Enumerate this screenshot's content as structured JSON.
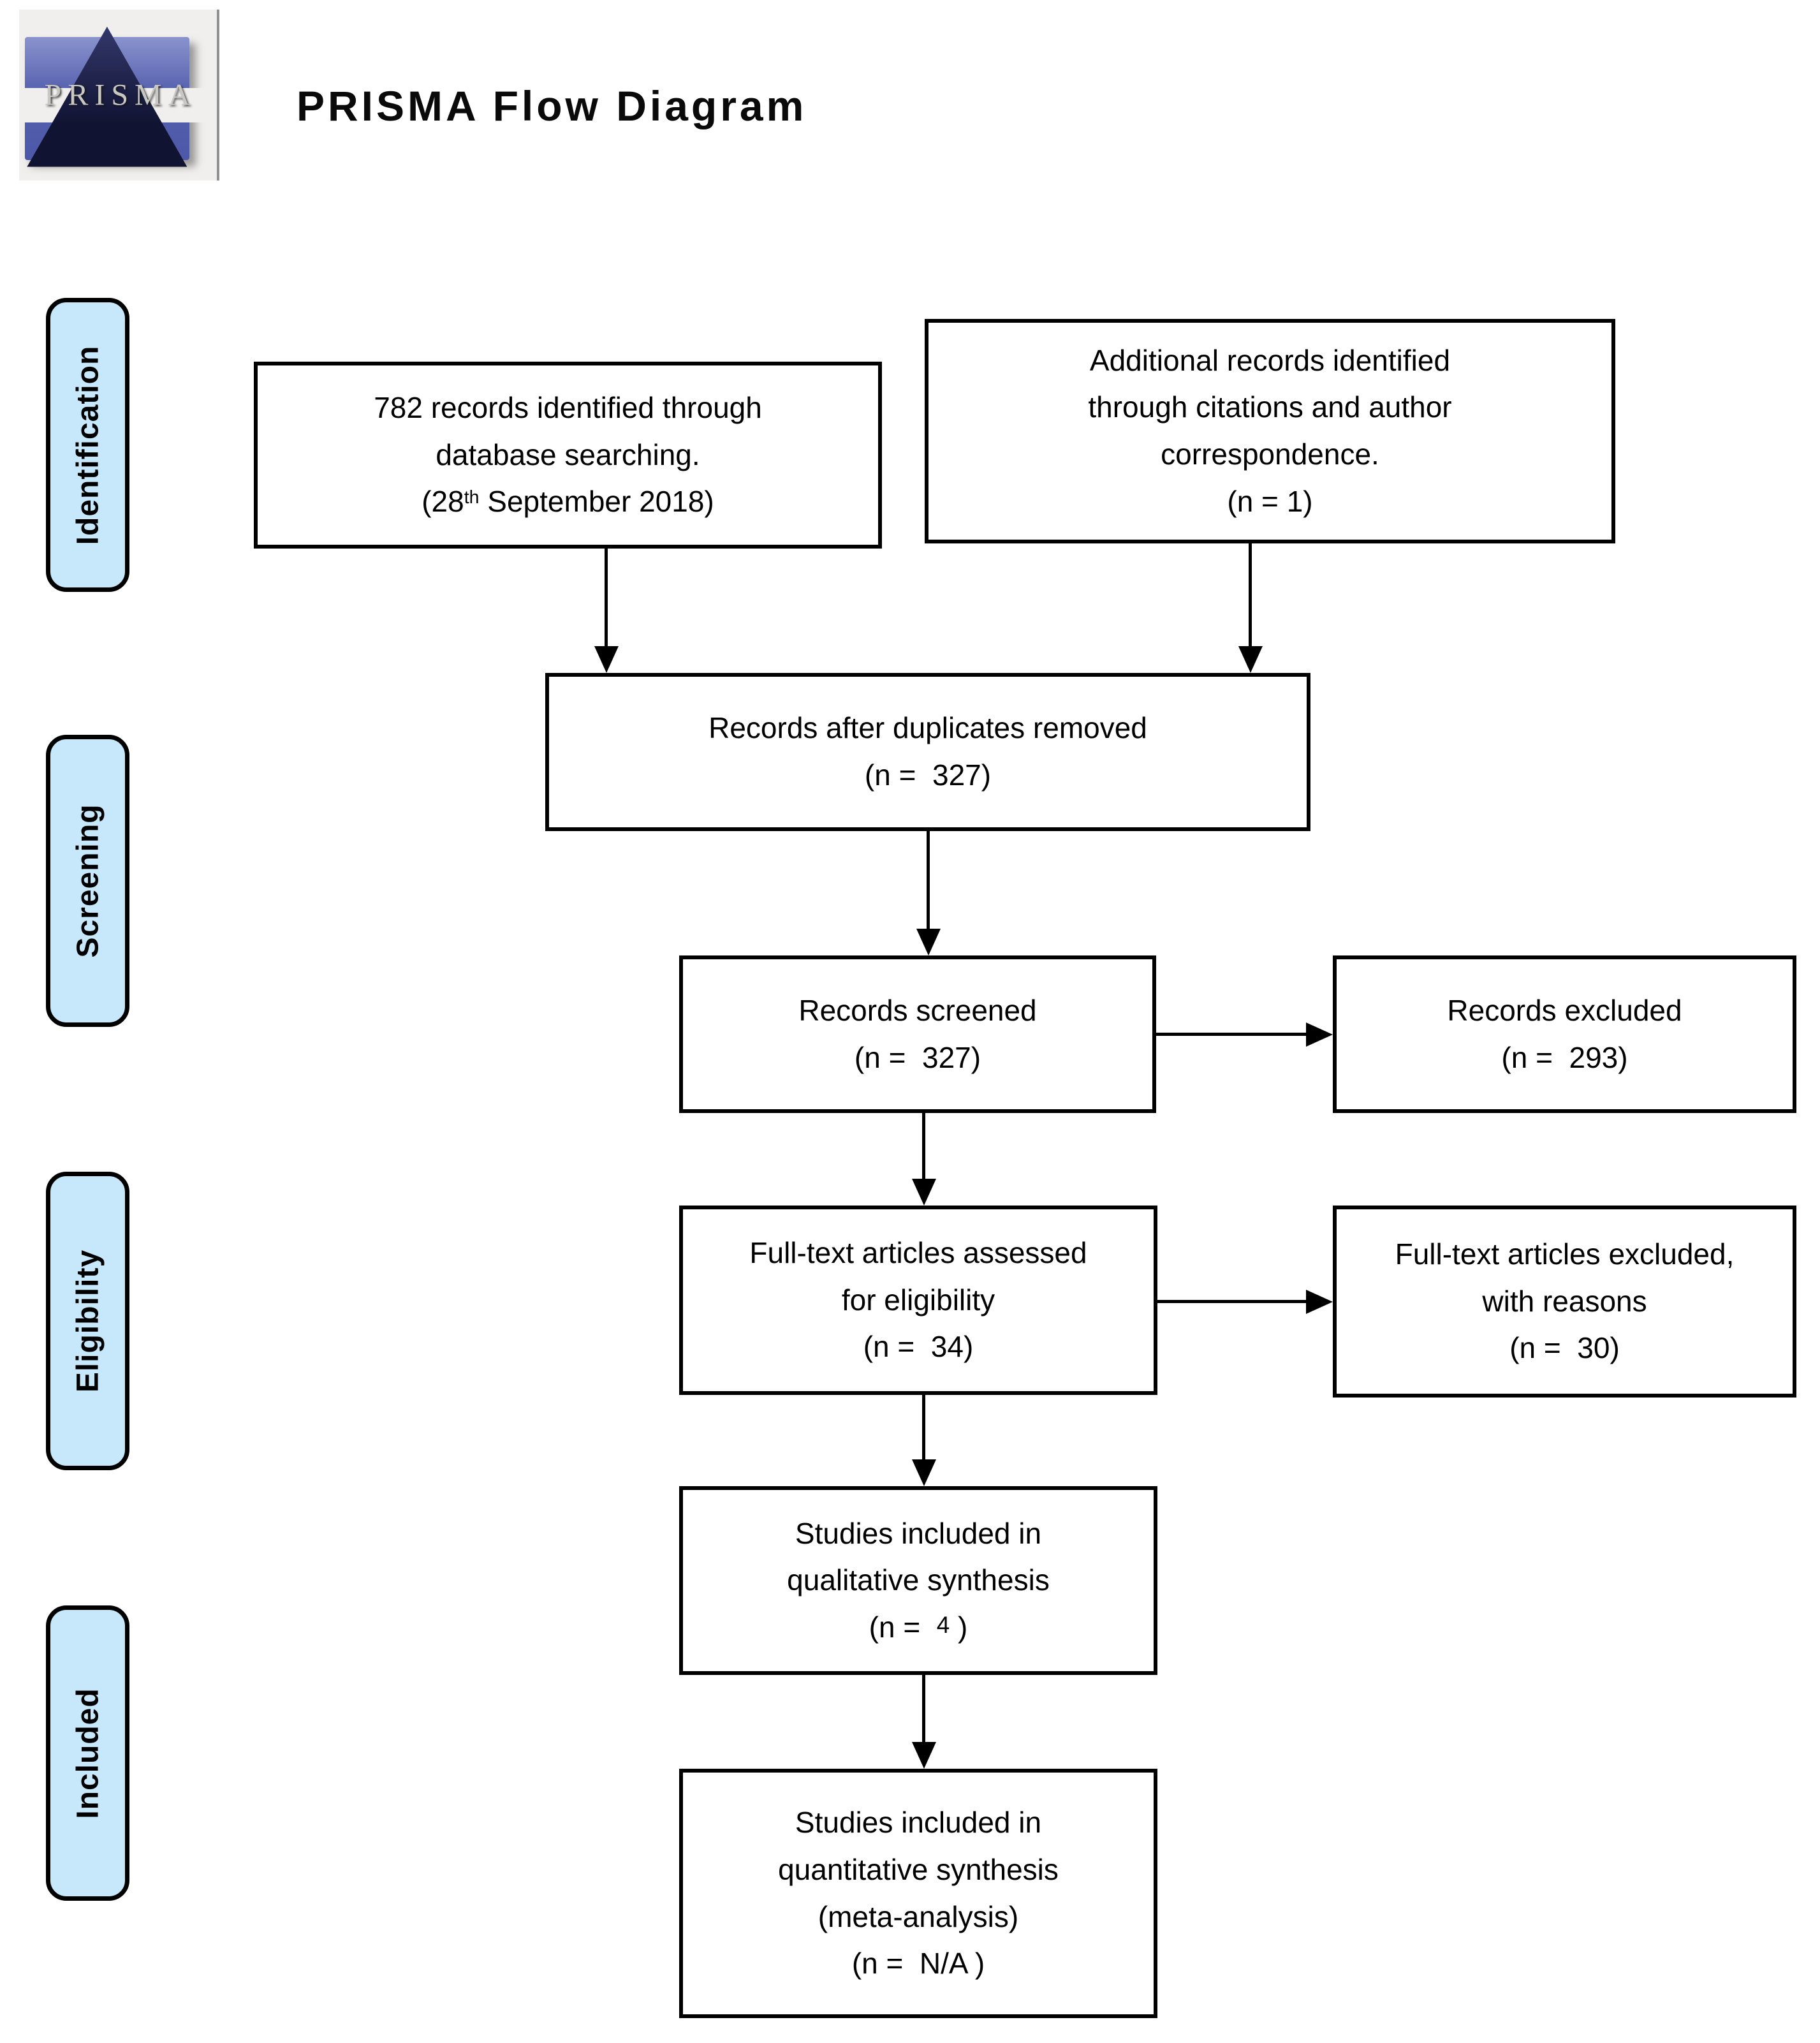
{
  "title": "PRISMA Flow Diagram",
  "logo": {
    "text": "PRISMA"
  },
  "colors": {
    "stage_fill": "#c7e8fb",
    "box_border": "#000000",
    "box_fill": "#ffffff",
    "logo_blue": "#5560ae",
    "logo_triangle": "#14172f",
    "logo_background": "#f0efed",
    "text": "#000000"
  },
  "stages": [
    {
      "label": "Identification"
    },
    {
      "label": "Screening"
    },
    {
      "label": "Eligibility"
    },
    {
      "label": "Included"
    }
  ],
  "boxes": {
    "identified": {
      "line1": "782 records identified through",
      "line2": "database searching.",
      "date_prefix": "(28",
      "date_sup": "th",
      "date_suffix": " September 2018)"
    },
    "additional": {
      "text": "Additional records identified\nthrough citations and author\ncorrespondence.\n(n = 1)"
    },
    "deduplicated": {
      "text": "Records after duplicates removed\n(n =  327)"
    },
    "screened": {
      "text": "Records screened\n(n =  327)"
    },
    "records_excluded": {
      "text": "Records excluded\n(n =  293)"
    },
    "fulltext_assessed": {
      "text": "Full-text articles assessed\nfor eligibility\n(n =  34)"
    },
    "fulltext_excluded": {
      "text": "Full-text articles excluded,\nwith reasons\n(n =  30)"
    },
    "qualitative": {
      "line1": "Studies included in",
      "line2": "qualitative synthesis",
      "n_prefix": "(n =  ",
      "n_value": "4",
      "n_suffix": " )"
    },
    "quantitative": {
      "text": "Studies included in\nquantitative synthesis\n(meta-analysis)\n(n =  N/A )"
    }
  }
}
